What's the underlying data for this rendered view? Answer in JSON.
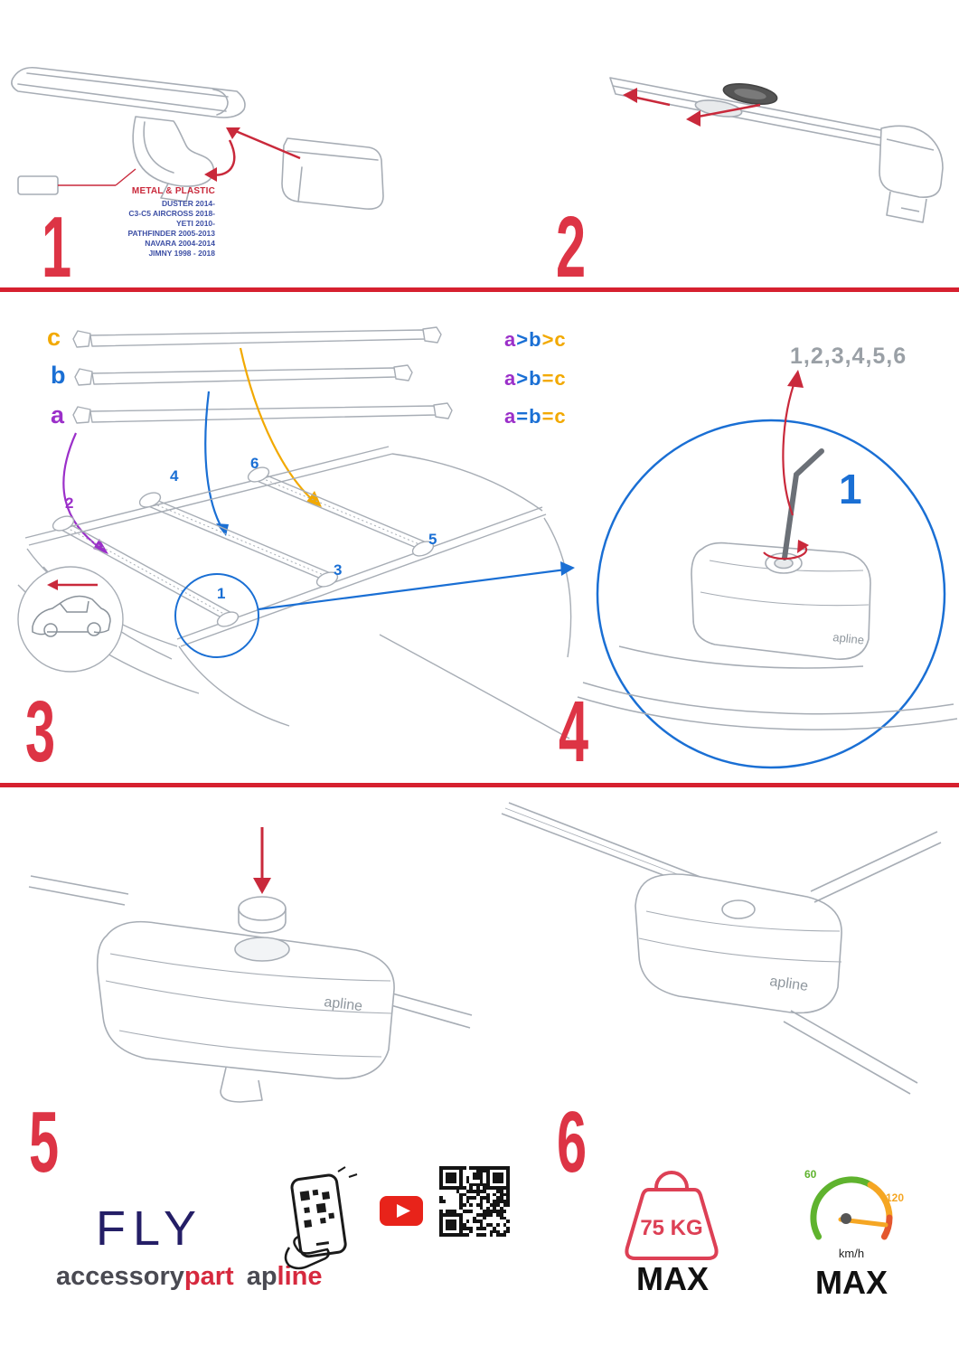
{
  "colors": {
    "accent_red": "#d6293e",
    "divider_red": "#d6202f",
    "step_number_red": "#dd3445",
    "blue": "#1a6fd4",
    "purple": "#9b2fc9",
    "orange": "#f2a900",
    "navy": "#241e66",
    "line_gray": "#a7adb5",
    "speed_green": "#5fb32e",
    "speed_orange": "#f5a623",
    "youtube_red": "#e8231a"
  },
  "step1": {
    "number": "1",
    "material_label": "METAL & PLASTIC",
    "models": [
      "DUSTER 2014-",
      "C3-C5 AIRCROSS 2018-",
      "YETI 2010-",
      "PATHFINDER 2005-2013",
      "NAVARA 2004-2014",
      "JIMNY 1998 - 2018"
    ]
  },
  "step2": {
    "number": "2"
  },
  "step3": {
    "number": "3",
    "bar_labels": {
      "c": "c",
      "b": "b",
      "a": "a"
    },
    "formulas": [
      {
        "p1": "a",
        "op1": ">",
        "p2": "b",
        "op2": ">",
        "p3": "c"
      },
      {
        "p1": "a",
        "op1": ">",
        "p2": "b",
        "op2": "=",
        "p3": "c"
      },
      {
        "p1": "a",
        "op1": "=",
        "p2": "b",
        "op2": "=",
        "p3": "c"
      }
    ],
    "positions": {
      "p1": "1",
      "p2": "2",
      "p3": "3",
      "p4": "4",
      "p5": "5",
      "p6": "6"
    }
  },
  "step4": {
    "number": "4",
    "sequence_label": "1,2,3,4,5,6",
    "first_position": "1",
    "brand_embossed": "apline"
  },
  "step5": {
    "number": "5",
    "brand_embossed": "apline"
  },
  "step6": {
    "number": "6",
    "brand_embossed": "apline"
  },
  "footer": {
    "product_name": "FLY",
    "brand": {
      "accessory": "accessory",
      "part": "part",
      "ap": "ap",
      "line": "line"
    },
    "weight_limit": "75 KG",
    "weight_max_label": "MAX",
    "speed_min": "60",
    "speed_max_tick": "120",
    "speed_unit": "km/h",
    "speed_max_label": "MAX"
  }
}
